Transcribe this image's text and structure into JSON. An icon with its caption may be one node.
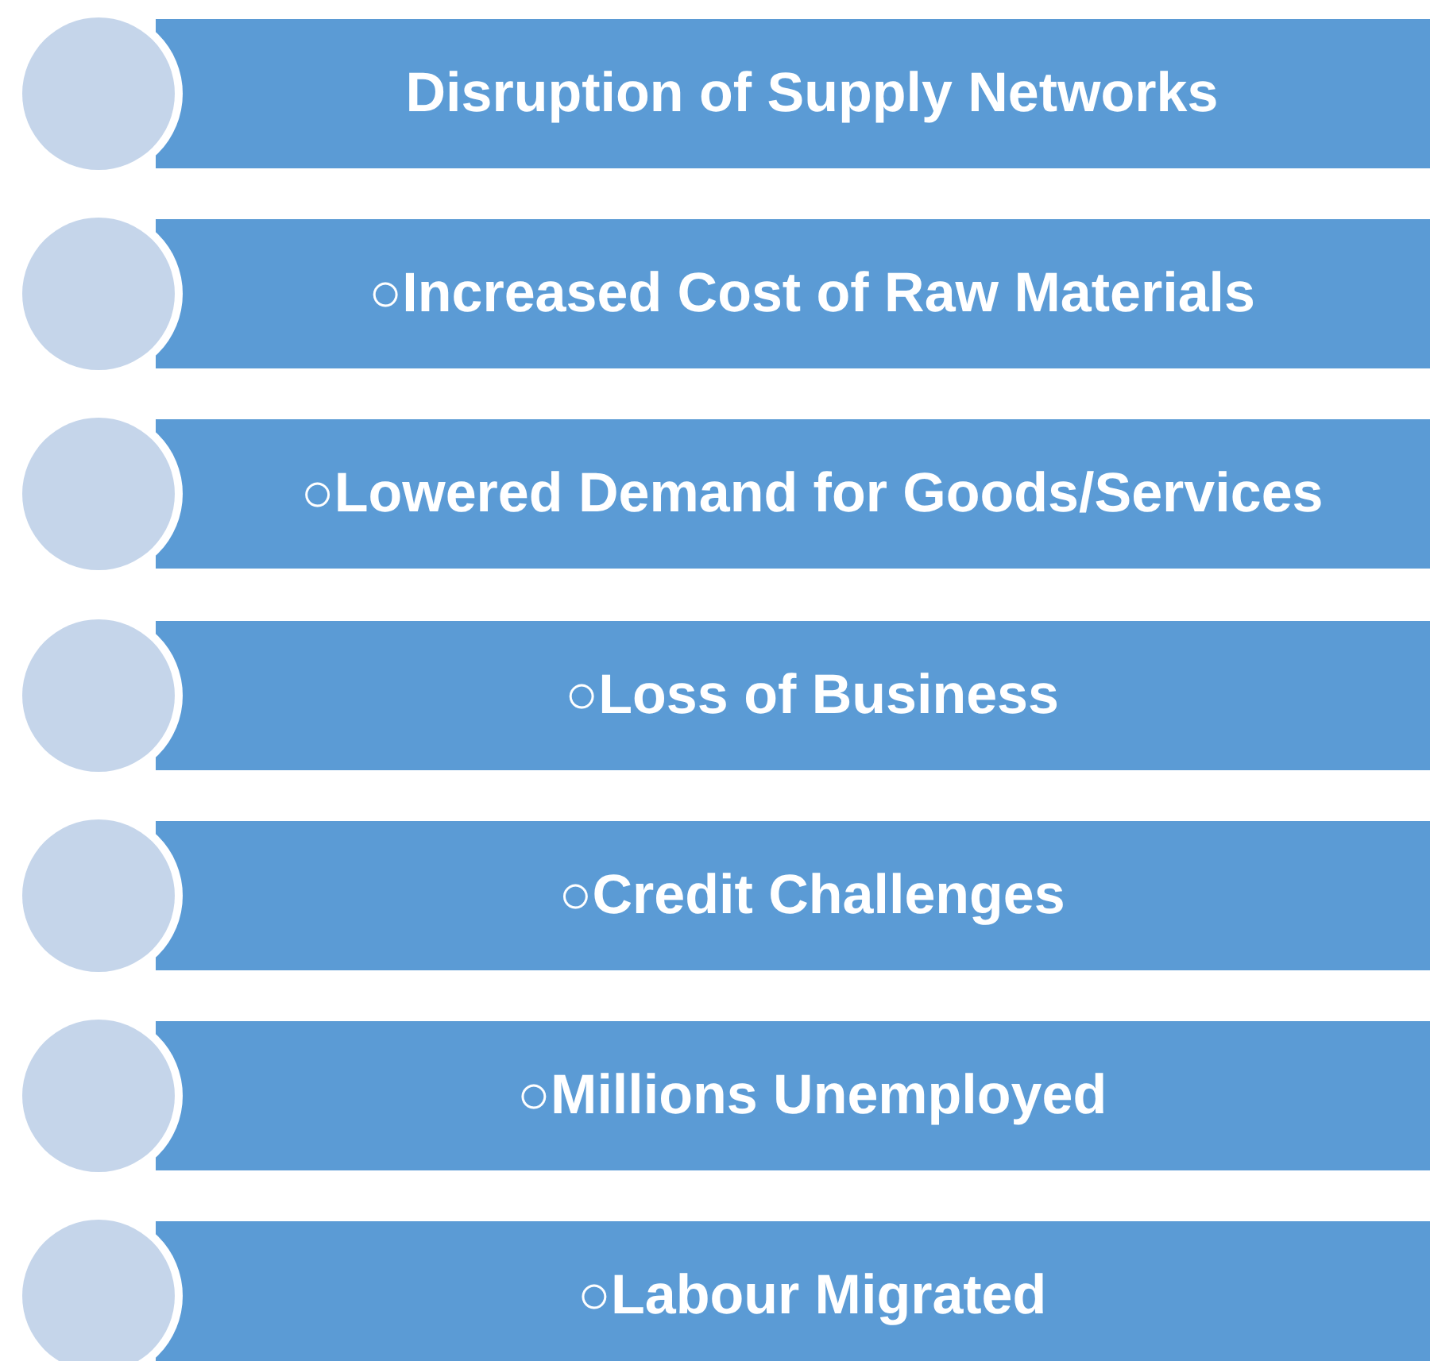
{
  "diagram": {
    "nodes": [
      {
        "text": [],
        "shape": "circle"
      },
      {
        "text": [
          "Disruption of Supply Networks"
        ]
      },
      {
        "text": [],
        "shape": "circle"
      },
      {
        "text": [
          "○Increased Cost of Raw Materials"
        ]
      },
      {
        "text": [],
        "shape": "circle"
      },
      {
        "text": [
          "○Lowered Demand for Goods/Services"
        ]
      },
      {
        "text": [],
        "shape": "circle"
      },
      {
        "text": [
          "○Loss of Business"
        ]
      },
      {
        "text": [],
        "shape": "circle"
      },
      {
        "text": [
          "○Credit Challenges"
        ]
      },
      {
        "text": [],
        "shape": "circle"
      },
      {
        "text": [
          "○Millions Unemployed"
        ]
      },
      {
        "text": [],
        "shape": "circle"
      },
      {
        "text": [
          "○Labour Migrated"
        ]
      }
    ]
  }
}
